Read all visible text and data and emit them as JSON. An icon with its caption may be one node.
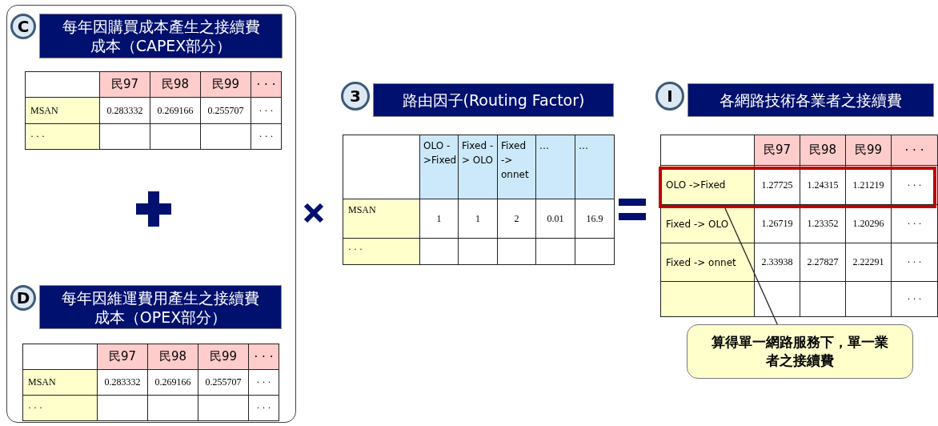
{
  "diagram": {
    "nodes": [
      {
        "text": [],
        "shape": "box"
      },
      {
        "text": [
          "每年因購買成本產生之接續費成本（CAPEX部分）"
        ],
        "beside": [
          "C"
        ],
        "in": 0
      },
      {
        "text": [
          "每年因維運費用產生之接續費成本（OPEX部分）"
        ],
        "beside": [
          "D"
        ],
        "in": 0
      },
      {
        "text": [
          "路由因子(Routing Factor)"
        ],
        "beside": [
          "3"
        ]
      },
      {
        "text": [
          "各網路技術各業者之接續費"
        ],
        "beside": [
          "I"
        ]
      },
      {
        "text": [],
        "shape": "box"
      },
      {
        "text": [
          "算得單一網路服務下，單一業者之接續費"
        ]
      }
    ],
    "edges": [
      {
        "from": 6,
        "to": 5,
        "arrow": "none"
      }
    ],
    "labels": [
      "民97",
      "民98",
      "民99",
      "· · ·",
      "MSAN",
      "0.283332",
      "0.269166",
      "0.255707",
      "· · ·",
      "· · ·",
      "· · ·",
      "民97",
      "民98",
      "民99",
      "· · ·",
      "MSAN",
      "0.283332",
      "0.269166",
      "0.255707",
      "· · ·",
      "· · ·",
      "· · ·",
      "OLO ->Fixed",
      "Fixed -> OLO",
      "Fixed -> onnet",
      "…",
      "…",
      "MSAN",
      "1",
      "1",
      "2",
      "0.01",
      "16.9",
      "· · ·",
      "民97",
      "民98",
      "民99",
      "· · ·",
      "OLO ->Fixed",
      "1.27725",
      "1.24315",
      "1.21219",
      "· · ·",
      "Fixed -> OLO",
      "1.26719",
      "1.23352",
      "1.20296",
      "· · ·",
      "Fixed -> onnet",
      "2.33938",
      "2.27827",
      "2.22291",
      "· · ·",
      "· · ·"
    ]
  }
}
